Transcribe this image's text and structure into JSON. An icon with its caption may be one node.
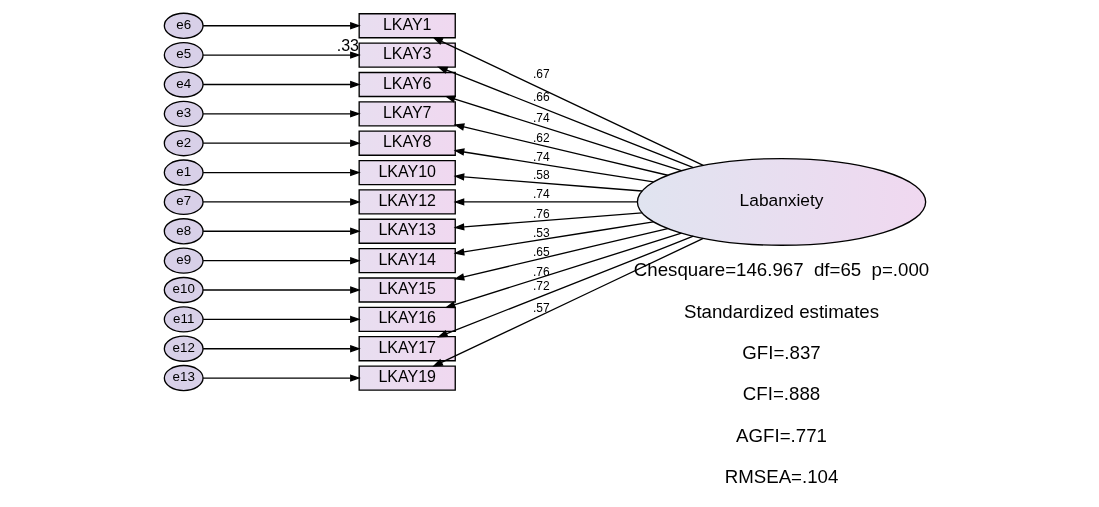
{
  "diagram": {
    "nodes": [
      {
        "text": [
          "e6"
        ]
      },
      {
        "text": [
          "e5"
        ]
      },
      {
        "text": [
          "e4"
        ]
      },
      {
        "text": [
          "e3"
        ]
      },
      {
        "text": [
          "e2"
        ]
      },
      {
        "text": [
          "e1"
        ]
      },
      {
        "text": [
          "e7"
        ]
      },
      {
        "text": [
          "e8"
        ]
      },
      {
        "text": [
          "e9"
        ]
      },
      {
        "text": [
          "e10"
        ]
      },
      {
        "text": [
          "e11"
        ]
      },
      {
        "text": [
          "e12"
        ]
      },
      {
        "text": [
          "e13"
        ]
      },
      {
        "text": [
          "LKAY1"
        ],
        "beside": [
          ".33"
        ]
      },
      {
        "text": [
          "LKAY3"
        ]
      },
      {
        "text": [
          "LKAY6"
        ]
      },
      {
        "text": [
          "LKAY7"
        ]
      },
      {
        "text": [
          "LKAY8"
        ]
      },
      {
        "text": [
          "LKAY10"
        ]
      },
      {
        "text": [
          "LKAY12"
        ]
      },
      {
        "text": [
          "LKAY13"
        ]
      },
      {
        "text": [
          "LKAY14"
        ]
      },
      {
        "text": [
          "LKAY15"
        ]
      },
      {
        "text": [
          "LKAY16"
        ]
      },
      {
        "text": [
          "LKAY17"
        ]
      },
      {
        "text": [
          "LKAY19"
        ]
      },
      {
        "text": [
          "Labanxiety"
        ]
      }
    ],
    "edges": [
      {
        "from": 0,
        "to": 13,
        "arrow": "to"
      },
      {
        "from": 1,
        "to": 14,
        "arrow": "to"
      },
      {
        "from": 2,
        "to": 15,
        "arrow": "to"
      },
      {
        "from": 3,
        "to": 16,
        "arrow": "to"
      },
      {
        "from": 4,
        "to": 17,
        "arrow": "to"
      },
      {
        "from": 5,
        "to": 18,
        "arrow": "to"
      },
      {
        "from": 6,
        "to": 19,
        "arrow": "to"
      },
      {
        "from": 7,
        "to": 20,
        "arrow": "to"
      },
      {
        "from": 8,
        "to": 21,
        "arrow": "to"
      },
      {
        "from": 9,
        "to": 22,
        "arrow": "to"
      },
      {
        "from": 10,
        "to": 23,
        "arrow": "to"
      },
      {
        "from": 11,
        "to": 24,
        "arrow": "to"
      },
      {
        "from": 12,
        "to": 25,
        "arrow": "to"
      },
      {
        "from": 26,
        "to": 13,
        "arrow": "to",
        "label": ".67"
      },
      {
        "from": 26,
        "to": 14,
        "arrow": "to",
        "label": ".66"
      },
      {
        "from": 26,
        "to": 15,
        "arrow": "to",
        "label": ".74"
      },
      {
        "from": 26,
        "to": 16,
        "arrow": "to",
        "label": ".62"
      },
      {
        "from": 26,
        "to": 17,
        "arrow": "to",
        "label": ".74"
      },
      {
        "from": 26,
        "to": 18,
        "arrow": "to",
        "label": ".58"
      },
      {
        "from": 26,
        "to": 19,
        "arrow": "to",
        "label": ".74"
      },
      {
        "from": 26,
        "to": 20,
        "arrow": "to",
        "label": ".76"
      },
      {
        "from": 26,
        "to": 21,
        "arrow": "to",
        "label": ".53"
      },
      {
        "from": 26,
        "to": 22,
        "arrow": "to",
        "label": ".65"
      },
      {
        "from": 26,
        "to": 23,
        "arrow": "to",
        "label": ".76"
      },
      {
        "from": 26,
        "to": 24,
        "arrow": "to",
        "label": ".72"
      },
      {
        "from": 26,
        "to": 25,
        "arrow": "to",
        "label": ".57"
      }
    ],
    "labels": [
      "Chesquare=146.967  df=65  p=.000",
      "Standardized estimates",
      "GFI=.837",
      "CFI=.888",
      "AGFI=.771",
      "RMSEA=.104"
    ]
  }
}
